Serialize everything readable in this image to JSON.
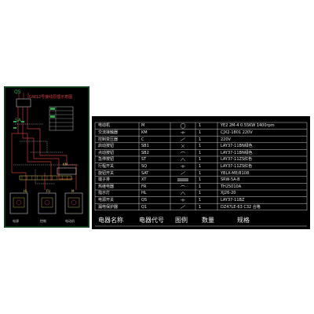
{
  "schematic": {
    "title": "GW12号接线原理示意图",
    "labels": {
      "qs": "QS",
      "sa": "SA",
      "km": "KM",
      "hl": "HL",
      "fu": "FU",
      "m": "M"
    },
    "colors": {
      "background": "#000000",
      "wire_red": "#c23a3a",
      "wire_white": "#e6e6e6",
      "accent_green": "#2ca84a",
      "accent_yellow": "#d7c64a",
      "title": "#d04040"
    },
    "notes": [
      "电源",
      "控制",
      "电动机"
    ]
  },
  "table": {
    "rows": [
      {
        "name": "电动机",
        "code": "M",
        "qty": "1",
        "spec": "YE2 2M-4 0.55KW 1400rpm"
      },
      {
        "name": "交流接触器",
        "code": "KM",
        "qty": "1",
        "spec": "CJX2-1801 220V"
      },
      {
        "name": "控制变压器",
        "code": "C",
        "qty": "1",
        "spec": "220V"
      },
      {
        "name": "启动按钮",
        "code": "SB1",
        "qty": "1",
        "spec": "LAY37-11BN绿色"
      },
      {
        "name": "点动按钮",
        "code": "SB2",
        "qty": "1",
        "spec": "LAY37-11BN绿色"
      },
      {
        "name": "急停按钮",
        "code": "ST",
        "qty": "1",
        "spec": "LAY37-11ZS红色"
      },
      {
        "name": "行程开关",
        "code": "SQ",
        "qty": "1",
        "spec": "LAY37-11ZS红色"
      },
      {
        "name": "旋钮开关",
        "code": "SAT",
        "qty": "1",
        "spec": "YBLX-ME/8108"
      },
      {
        "name": "端子排",
        "code": "XT",
        "qty": "1",
        "spec": "SRW-5A-B"
      },
      {
        "name": "热继电器",
        "code": "FR",
        "qty": "1",
        "spec": "TH25010A"
      },
      {
        "name": "指示灯",
        "code": "HL",
        "qty": "1",
        "spec": "XJ26-20"
      },
      {
        "name": "电源开关",
        "code": "QS",
        "qty": "1",
        "spec": "LAY37-11BZ"
      },
      {
        "name": "漏电保护器",
        "code": "Q1",
        "qty": "1",
        "spec": "DZ47LE-63 C32   合格"
      }
    ],
    "header": {
      "name": "电器名称",
      "code": "电器代号",
      "symbol": "图例",
      "qty": "数量",
      "spec": "规格"
    },
    "colors": {
      "background": "#000000",
      "text": "#e6e6e6",
      "line": "#cfcfcf",
      "code_color": "#d8d8d8"
    }
  }
}
